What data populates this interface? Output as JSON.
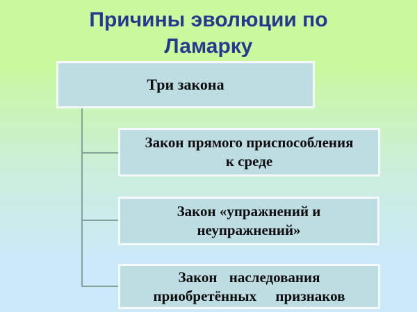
{
  "title": {
    "lines": [
      "Причины эволюции по",
      "Ламарку"
    ]
  },
  "diagram": {
    "boxes": [
      {
        "name": "three-laws",
        "lines": [
          "Три закона",
          ""
        ]
      },
      {
        "name": "law-direct-adaptation",
        "lines": [
          "Закон прямого приспособления",
          "к среде"
        ]
      },
      {
        "name": "law-exercise-nonexercise",
        "lines": [
          "Закон «упражнений и",
          "неупражнений»"
        ]
      },
      {
        "name": "law-inheritance-acquired",
        "lines": [
          "Закон наследования",
          "приобретённых признаков"
        ]
      }
    ]
  },
  "colors": {
    "background_top": "#c9fa9d",
    "background_bottom": "#cbe9f8",
    "box_fill": "#bedde2",
    "box_border": "#f4faf9",
    "connector_line": "#85a19a",
    "title_text": "#28388f",
    "box_text": "#0d0d0d"
  }
}
